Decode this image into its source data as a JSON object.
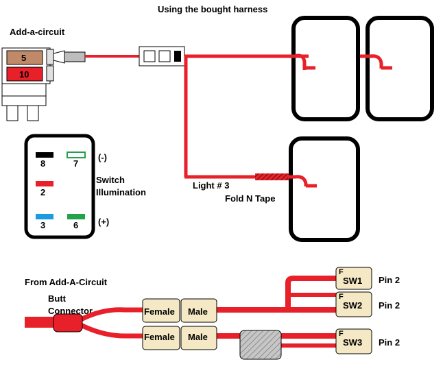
{
  "title": "Using the bought harness",
  "add_a_circuit": {
    "label": "Add-a-circuit",
    "fuse_top": "5",
    "fuse_bottom": "10"
  },
  "switch": {
    "pins": {
      "p8": "8",
      "p7": "7",
      "p2": "2",
      "p3": "3",
      "p6": "6"
    },
    "neg_label": "(-)",
    "pos_label": "(+)",
    "illum_line1": "Switch",
    "illum_line2": "Illumination"
  },
  "light_label": "Light # 3",
  "fold_label": "Fold N Tape",
  "bottom": {
    "from_label": "From Add-A-Circuit",
    "butt_line1": "Butt",
    "butt_line2": "Connector",
    "female_label": "Female",
    "male_label": "Male",
    "f_mark": "F",
    "sw1": "SW1",
    "sw2": "SW2",
    "sw3": "SW3",
    "pin_label": "Pin 2"
  },
  "colors": {
    "wire": "#e8202a",
    "fuse_tan": "#c08a68",
    "fuse_red": "#e8202a",
    "connector_tan": "#f5e8c4",
    "tape_gray": "#c6c6c6",
    "pin_blue": "#1b9be0",
    "pin_green": "#22a24a"
  }
}
